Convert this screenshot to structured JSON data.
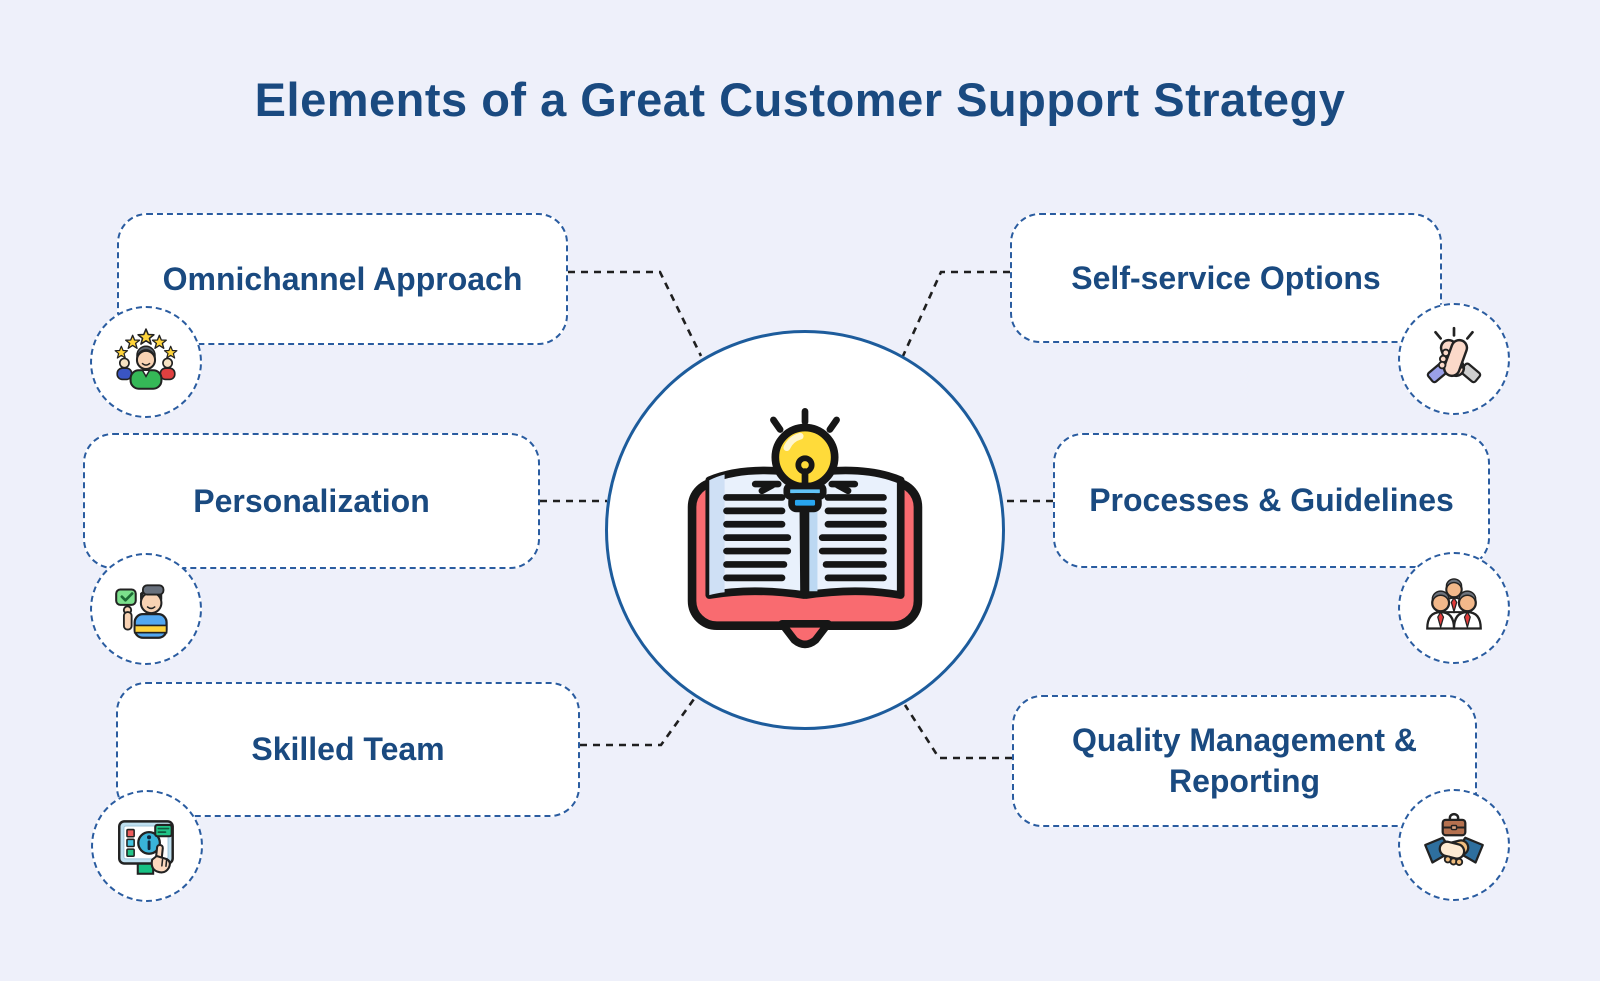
{
  "title": "Elements of a Great Customer Support Strategy",
  "center": {
    "icon": "open-book-idea-icon"
  },
  "nodes": [
    {
      "id": "omnichannel-approach",
      "label": "Omnichannel Approach",
      "icon": "customer-reviews-icon"
    },
    {
      "id": "personalization",
      "label": "Personalization",
      "icon": "thumbs-up-customer-icon"
    },
    {
      "id": "skilled-team",
      "label": "Skilled Team",
      "icon": "info-screen-icon"
    },
    {
      "id": "self-service-options",
      "label": "Self-service Options",
      "icon": "high-five-icon"
    },
    {
      "id": "processes-guidelines",
      "label": "Processes & Guidelines",
      "icon": "support-team-icon"
    },
    {
      "id": "quality-management-reporting",
      "label": "Quality Management & Reporting",
      "icon": "business-handshake-icon"
    }
  ],
  "colors": {
    "background": "#eef0fa",
    "box_border": "#2a5ca0",
    "text": "#1a4a80",
    "connector": "#1f1f1f",
    "center_circle_border": "#1d5c9c",
    "star_yellow": "#ffd43b",
    "book_red": "#f96b70",
    "bulb_yellow": "#ffdb3a"
  }
}
